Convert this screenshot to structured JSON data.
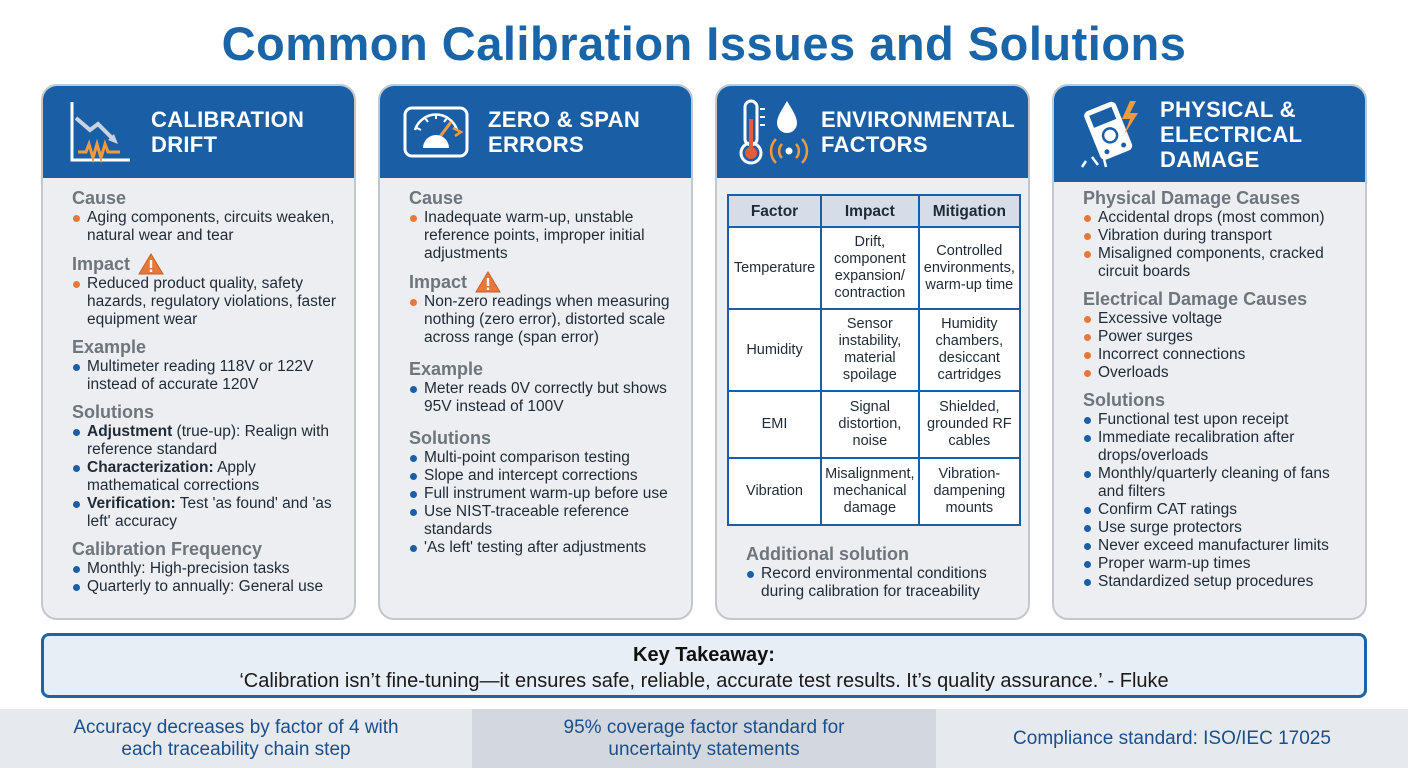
{
  "title": "Common Calibration Issues and Solutions",
  "colors": {
    "header_blue": "#1a5fa6",
    "title_blue": "#1a64a8",
    "orange_bullet": "#e8773a",
    "card_bg": "#eceef1"
  },
  "card1": {
    "icon": "chart-drift-icon",
    "title_l1": "CALIBRATION",
    "title_l2": "DRIFT",
    "cause_h": "Cause",
    "cause": "Aging components, circuits weaken, natural wear and tear",
    "impact_h": "Impact",
    "impact": "Reduced product quality, safety hazards, regulatory violations, faster equipment wear",
    "example_h": "Example",
    "example": "Multimeter reading 118V or 122V instead of accurate 120V",
    "solutions_h": "Solutions",
    "sol1_b": "Adjustment",
    "sol1": " (true-up): Realign with reference standard",
    "sol2_b": "Characterization:",
    "sol2": " Apply mathematical corrections",
    "sol3_b": "Verification:",
    "sol3": " Test 'as found' and 'as left' accuracy",
    "freq_h": "Calibration Frequency",
    "freq1": "Monthly: High-precision tasks",
    "freq2": "Quarterly to annually: General use"
  },
  "card2": {
    "icon": "gauge-icon",
    "title_l1": "ZERO & SPAN",
    "title_l2": "ERRORS",
    "cause_h": "Cause",
    "cause": "Inadequate warm-up, unstable reference points, improper initial adjustments",
    "impact_h": "Impact",
    "impact": "Non-zero readings when measuring nothing (zero error), distorted scale across range (span error)",
    "example_h": "Example",
    "example": "Meter reads 0V correctly but shows 95V instead of 100V",
    "solutions_h": "Solutions",
    "solutions": [
      "Multi-point comparison testing",
      "Slope and intercept corrections",
      "Full instrument warm-up before use",
      "Use NIST-traceable reference standards",
      "'As left' testing after adjustments"
    ]
  },
  "card3": {
    "icon": "thermometer-humidity-icon",
    "title_l1": "ENVIRONMENTAL",
    "title_l2": "FACTORS",
    "table": {
      "headers": [
        "Factor",
        "Impact",
        "Mitigation"
      ],
      "rows": [
        [
          "Temperature",
          "Drift, component expansion/ contraction",
          "Controlled environments, warm-up time"
        ],
        [
          "Humidity",
          "Sensor instability, material spoilage",
          "Humidity chambers, desiccant cartridges"
        ],
        [
          "EMI",
          "Signal distortion, noise",
          "Shielded, grounded RF cables"
        ],
        [
          "Vibration",
          "Misalignment, mechanical damage",
          "Vibration-dampening mounts"
        ]
      ]
    },
    "additional_h": "Additional solution",
    "additional": "Record environmental conditions during calibration for traceability"
  },
  "card4": {
    "icon": "broken-multimeter-icon",
    "title_l1": "PHYSICAL &",
    "title_l2": "ELECTRICAL",
    "title_l3": "DAMAGE",
    "phys_h": "Physical Damage Causes",
    "phys": [
      "Accidental drops (most common)",
      "Vibration during transport",
      "Misaligned components, cracked circuit boards"
    ],
    "elec_h": "Electrical Damage Causes",
    "elec": [
      "Excessive voltage",
      "Power surges",
      "Incorrect connections",
      "Overloads"
    ],
    "solutions_h": "Solutions",
    "solutions": [
      "Functional test upon receipt",
      "Immediate recalibration after drops/overloads",
      "Monthly/quarterly cleaning of fans and filters",
      "Confirm CAT ratings",
      "Use surge protectors",
      "Never exceed manufacturer limits",
      "Proper warm-up times",
      "Standardized setup procedures"
    ]
  },
  "takeaway": {
    "title": "Key Takeaway:",
    "quote": "‘Calibration isn’t fine-tuning—it ensures safe, reliable, accurate test results. It’s quality assurance.’ - Fluke"
  },
  "footer": {
    "f1": "Accuracy decreases by factor of 4 with each traceability chain step",
    "f2": "95% coverage factor standard for uncertainty statements",
    "f3": "Compliance standard: ISO/IEC 17025"
  }
}
